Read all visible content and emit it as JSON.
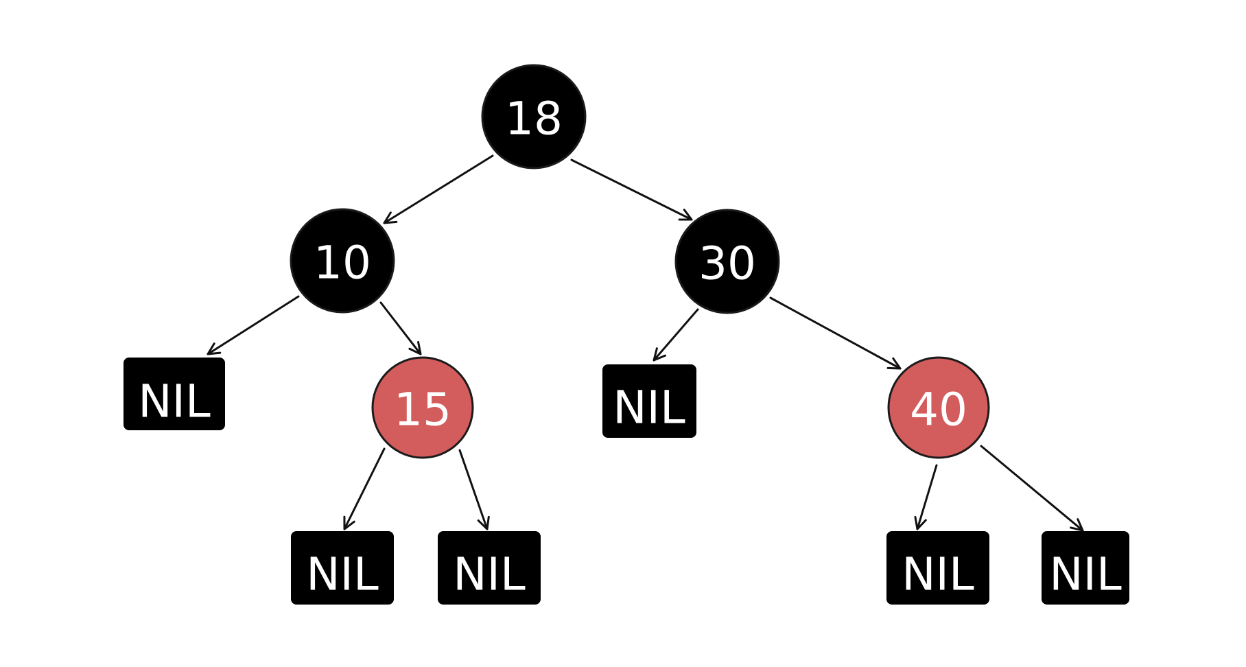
{
  "colors": {
    "black": "#000000",
    "red": "#d35c5c",
    "stroke": "#1a1a1a",
    "text": "#ffffff",
    "edge": "#111111"
  },
  "nodes": {
    "n18": {
      "label": "18",
      "color": "black"
    },
    "n10": {
      "label": "10",
      "color": "black"
    },
    "n30": {
      "label": "30",
      "color": "black"
    },
    "n15": {
      "label": "15",
      "color": "red"
    },
    "n40": {
      "label": "40",
      "color": "red"
    }
  },
  "nil": [
    {
      "label": "NIL"
    },
    {
      "label": "NIL"
    },
    {
      "label": "NIL"
    },
    {
      "label": "NIL"
    },
    {
      "label": "NIL"
    },
    {
      "label": "NIL"
    }
  ]
}
